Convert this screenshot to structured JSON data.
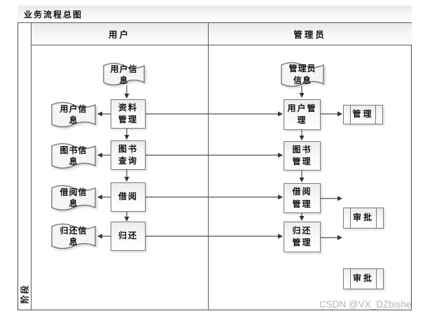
{
  "diagram": {
    "title": "业务流程总图",
    "phase_label": "阶段",
    "lanes": {
      "user": "用户",
      "admin": "管理员"
    }
  },
  "user_lane": {
    "doc_user_info_top": "用户信 息",
    "proc_profile_mgmt": "资料 管理",
    "doc_user_info": "用户信 息",
    "proc_book_query": "图书 查询",
    "doc_book_info": "图书信 息",
    "proc_borrow": "借阅",
    "doc_borrow_info": "借阅信 息",
    "proc_return": "归还",
    "doc_return_info": "归还信 息"
  },
  "admin_lane": {
    "doc_admin_info": "管理员 信息",
    "proc_user_mgmt": "用户管 理",
    "sub_manage": "管理",
    "proc_book_mgmt": "图书 管理",
    "proc_borrow_mgmt": "借阅 管理",
    "sub_approve_borrow": "审批",
    "proc_return_mgmt": "归还 管理",
    "sub_approve_return": "审批"
  },
  "page": {
    "watermark": "CSDN @VX_DZbishe"
  }
}
